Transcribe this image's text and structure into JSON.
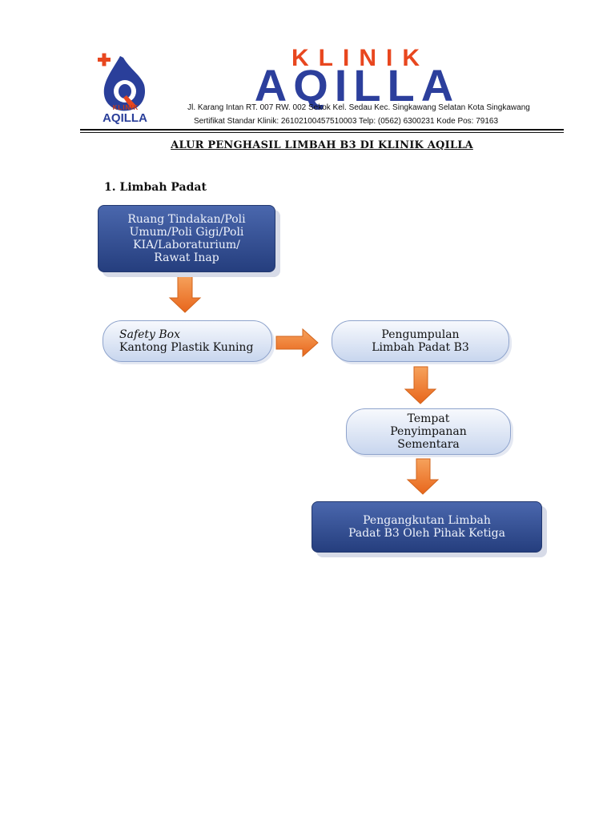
{
  "header": {
    "logo": {
      "small_text": "KLINIK",
      "name": "AQILLA"
    },
    "brand_top": "KLINIK",
    "brand_main": "AQILLA",
    "address": "Jl. Karang Intan RT. 007 RW. 002 Sekok Kel. Sedau Kec. Singkawang Selatan Kota Singkawang",
    "certificate": "Sertifikat Standar Klinik: 26102100457510003 Telp: (0562) 6300231 Kode Pos: 79163"
  },
  "title": "ALUR PENGHASIL LIMBAH B3 DI KLINIK AQILLA",
  "section": "1. Limbah Padat",
  "flow": {
    "source": [
      "Ruang Tindakan/Poli",
      "Umum/Poli Gigi/Poli",
      "KIA/Laboraturium/",
      "Rawat Inap"
    ],
    "container_italic": "Safety Box",
    "container_line2": "Kantong Plastik Kuning",
    "collection": [
      "Pengumpulan",
      "Limbah Padat B3"
    ],
    "storage": [
      "Tempat",
      "Penyimpanan",
      "Sementara"
    ],
    "transport": [
      "Pengangkutan Limbah",
      "Padat B3 Oleh Pihak Ketiga"
    ]
  },
  "colors": {
    "brand_orange": "#e8471f",
    "brand_blue": "#2c3f9c",
    "box_dark": "#2f4a8c",
    "box_light": "#dce5f4",
    "arrow": "#f07e2c"
  }
}
